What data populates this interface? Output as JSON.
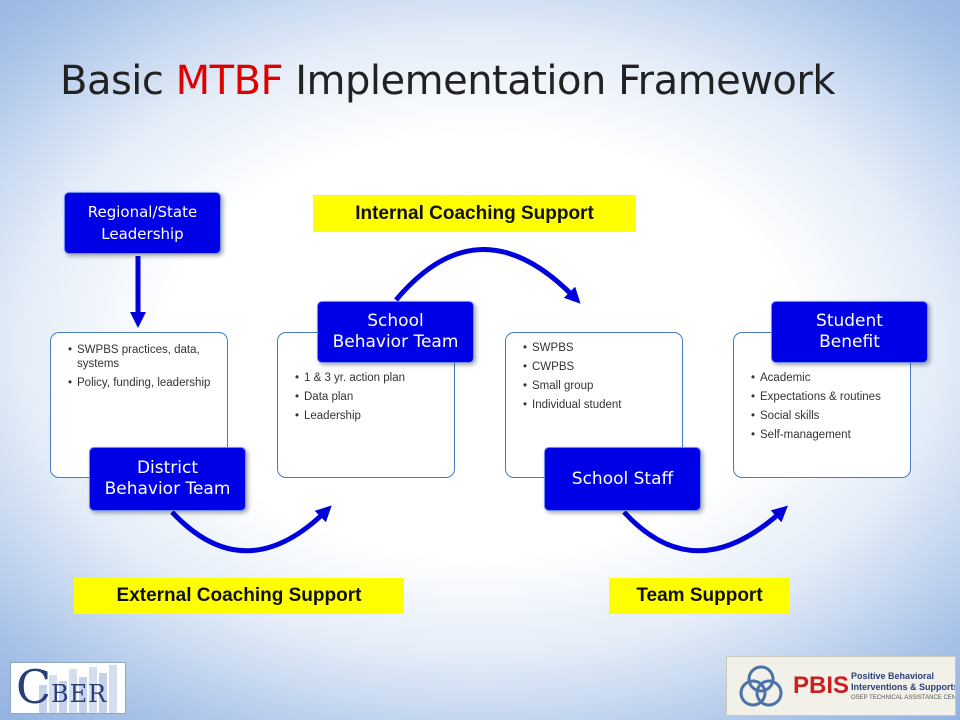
{
  "title": {
    "prefix": "Basic ",
    "accent": "MTBF",
    "suffix": " Implementation Framework"
  },
  "boxes": {
    "regional": "Regional/State\nLeadership",
    "district": "District\nBehavior Team",
    "school_team": "School\nBehavior Team",
    "school_staff": "School Staff",
    "student": "Student\nBenefit"
  },
  "cards": {
    "district": [
      "SWPBS practices, data, systems",
      "Policy, funding, leadership"
    ],
    "school_team": [
      "1 & 3 yr. action plan",
      "Data plan",
      "Leadership"
    ],
    "school_staff": [
      "SWPBS",
      "CWPBS",
      "Small group",
      "Individual student"
    ],
    "student": [
      "Academic",
      "Expectations & routines",
      "Social skills",
      "Self-management"
    ]
  },
  "labels": {
    "internal": "Internal Coaching Support",
    "external": "External Coaching Support",
    "team": "Team Support"
  },
  "logos": {
    "cber": {
      "letter": "C",
      "rest": "BER"
    },
    "pbis": {
      "name": "PBIS",
      "line1": "Positive Behavioral",
      "line2": "Interventions & Supports",
      "line3": "OSEP TECHNICAL ASSISTANCE CENTER"
    }
  },
  "colors": {
    "accent": "#e00000",
    "box_blue": "#0000e6",
    "arrow_blue": "#0000dd",
    "highlight": "#ffff00",
    "card_border": "#4a7bc4"
  }
}
